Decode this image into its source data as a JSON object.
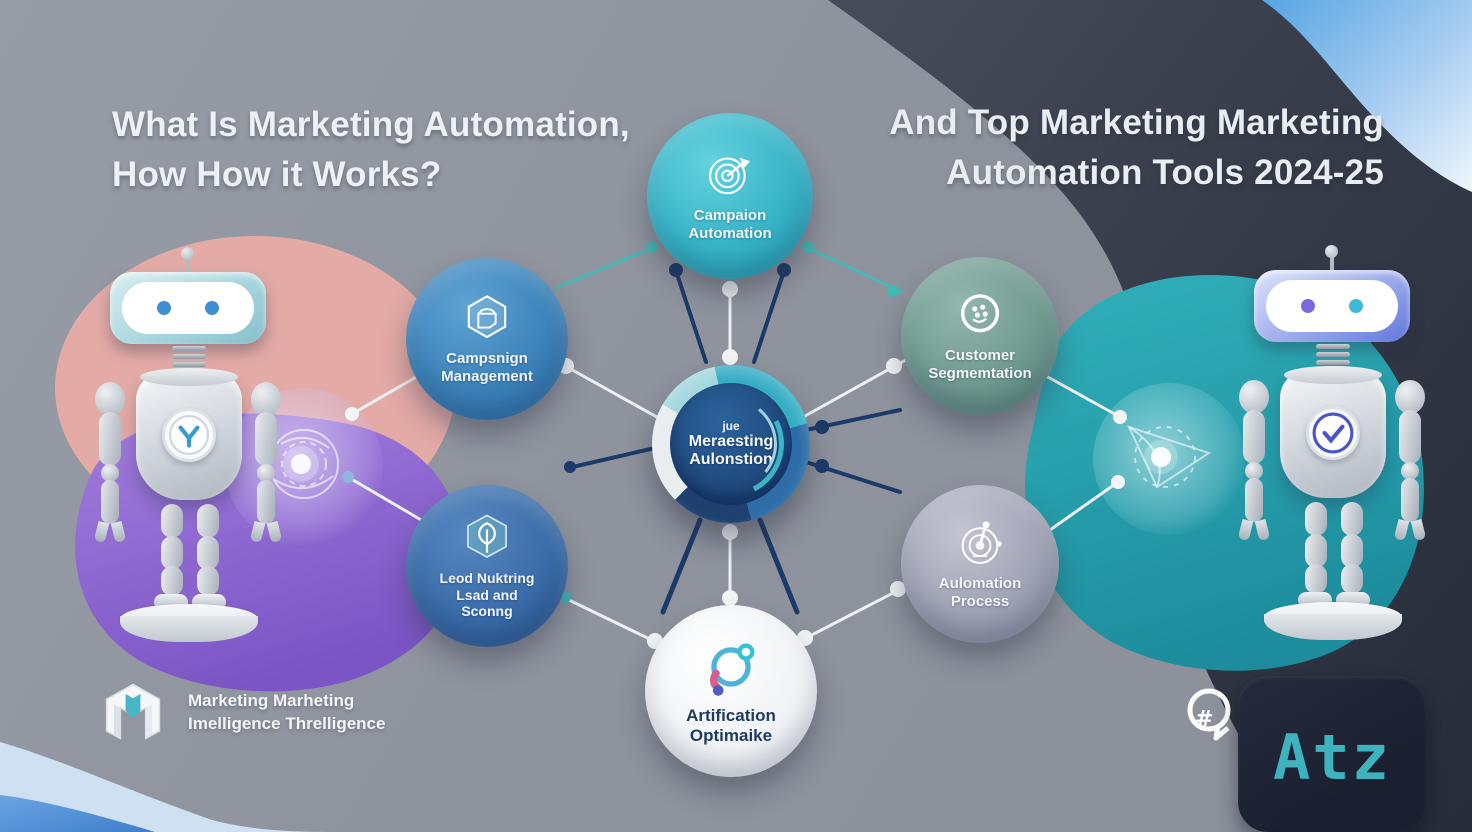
{
  "titles": {
    "left": {
      "line1": "What Is Marketing Automation,",
      "line2": "How How it Works?"
    },
    "right": {
      "line1": "And Top Marketing Marketing",
      "line2": "Automation Tools 2024-25"
    }
  },
  "hub": {
    "center": {
      "small": "jue",
      "line1": "Meraesting",
      "line2": "Aulonstion"
    },
    "nodes": [
      {
        "id": "campaign-automation",
        "icon": "target-arrow-icon",
        "color": "#36b3c7",
        "label_lines": [
          "Campaion",
          "Automation"
        ]
      },
      {
        "id": "campaign-management",
        "icon": "hexagon-box-icon",
        "color": "#3c82ba",
        "label_lines": [
          "Campsnign",
          "Management"
        ]
      },
      {
        "id": "customer-segmentation",
        "icon": "people-circle-icon",
        "color": "#6f9a90",
        "label_lines": [
          "Customer",
          "Segmemtation"
        ]
      },
      {
        "id": "lead-nurturing-scoring",
        "icon": "hexagon-leaf-icon",
        "color": "#3a6ca9",
        "label_lines": [
          "Leod Nuktring",
          "Lsad and",
          "Sconng"
        ]
      },
      {
        "id": "automation-process",
        "icon": "gauge-target-icon",
        "color": "#a0a3b5",
        "label_lines": [
          "Aulomation",
          "Process"
        ]
      },
      {
        "id": "artification-optimize",
        "icon": "orbit-icon",
        "color": "#f0f2f5",
        "label_lines": [
          "Artification",
          "Optimaike"
        ]
      }
    ]
  },
  "footer": {
    "brand_left": {
      "line1": "Marketing Marheting",
      "line2": "Imelligence Threlligence"
    },
    "brand_right": {
      "logo_text": "Atz"
    }
  },
  "colors": {
    "background_gray": "#8e939d",
    "dark_blob": "#2c3240",
    "teal_blob": "#2aa3ad",
    "purple_blob": "#8e68d0",
    "pink_blob": "#e3aaa6",
    "light_blue_corner": "#57a5e3",
    "accent_teal": "#3fb3bd",
    "line_navy": "#1c3a68",
    "line_white": "#eef1f4",
    "line_teal": "#47b8b2"
  }
}
